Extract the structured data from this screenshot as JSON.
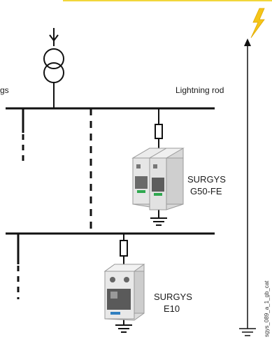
{
  "labels": {
    "lightning_rod": "Lightning rod",
    "device1_line1": "SURGYS",
    "device1_line2": "G50-FE",
    "device2_line1": "SURGYS",
    "device2_line2": "E10",
    "left_cut_partial": "gs",
    "vertical_code": "sgys_089_a_1_gb_cat"
  },
  "colors": {
    "line": "#111111",
    "accent_yellow": "#f2d63a",
    "lightning": "#f5c518",
    "device_body": "#e3e3e3",
    "device_shadow": "#c9c9c9",
    "label_green": "#2fa84f"
  },
  "icons": {
    "transformer": "transformer-icon",
    "ground": "ground-icon",
    "lightning": "lightning-bolt-icon",
    "fuse": "fuse-icon"
  }
}
